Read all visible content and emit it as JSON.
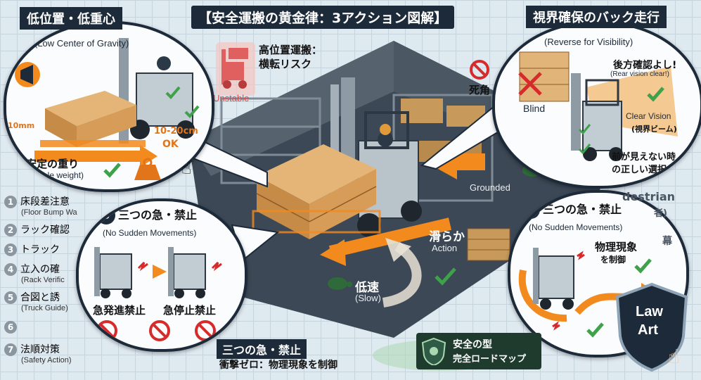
{
  "title": "【安全運搬の黄金律：3アクション図解】",
  "left_panel": {
    "heading": "低位置・低重心",
    "sub": "(Low Center of Gravity)",
    "height_low": "10mm",
    "height_ok": "10-20cm",
    "ok": "OK",
    "weight_jp": "安定の重り",
    "weight_en": "(Stable weight)"
  },
  "unstable": {
    "jp_line1": "高位置運搬：",
    "jp_line2": "横転リスク",
    "en": "Unstable"
  },
  "right_panel": {
    "heading": "視界確保のバック走行",
    "sub": "(Reverse for Visibility)",
    "blind_jp": "死角",
    "blind_en": "Blind",
    "rear_jp": "後方確認よし!",
    "rear_en": "(Rear vision clear!)",
    "clear_en": "Clear Vision",
    "clear_jp": "(視界ビーム)",
    "choice_line1": "前が見えない時",
    "choice_line2": "の正しい選択"
  },
  "center": {
    "grounded": "Grounded",
    "smooth_jp": "滑らか",
    "smooth_en": "Action",
    "slow_jp": "低速",
    "slow_en": "(Slow)"
  },
  "left_list": [
    {
      "n": "1",
      "jp": "床段差注意",
      "en": "(Floor Bump Wa"
    },
    {
      "n": "2",
      "jp": "ラック確認",
      "en": ""
    },
    {
      "n": "3",
      "jp": "トラック",
      "en": ""
    },
    {
      "n": "4",
      "jp": "立入の確",
      "en": "(Rack Verific"
    },
    {
      "n": "5",
      "jp": "合図と誘",
      "en": "(Truck Guide)"
    },
    {
      "n": "6",
      "jp": "",
      "en": ""
    },
    {
      "n": "7",
      "jp": "法順対策",
      "en": "(Safety Action)"
    }
  ],
  "bottom_left_circle": {
    "num": "3",
    "heading": "三つの急・禁止",
    "sub": "(No Sudden Movements)",
    "label_start": "急発進禁止",
    "label_stop": "急停止禁止"
  },
  "bottom_right_circle": {
    "num": "3",
    "heading": "三つの急・禁止",
    "sub": "(No Sudden Movements)",
    "physics_line1": "物理現象",
    "physics_line2": "を制御"
  },
  "right_partial": {
    "line1": "destrian",
    "line2": "者)",
    "line3": "幕"
  },
  "bottom_banner": {
    "heading": "三つの急・禁止",
    "sub": "衝撃ゼロ：物理現象を制御"
  },
  "roadmap": {
    "line1": "安全の型",
    "line2": "完全ロードマップ"
  },
  "badge": {
    "line1": "Law",
    "line2": "Art"
  },
  "colors": {
    "navy": "#1c2a3a",
    "orange": "#f28a1e",
    "green": "#3fa24a",
    "red": "#d72b2b"
  }
}
